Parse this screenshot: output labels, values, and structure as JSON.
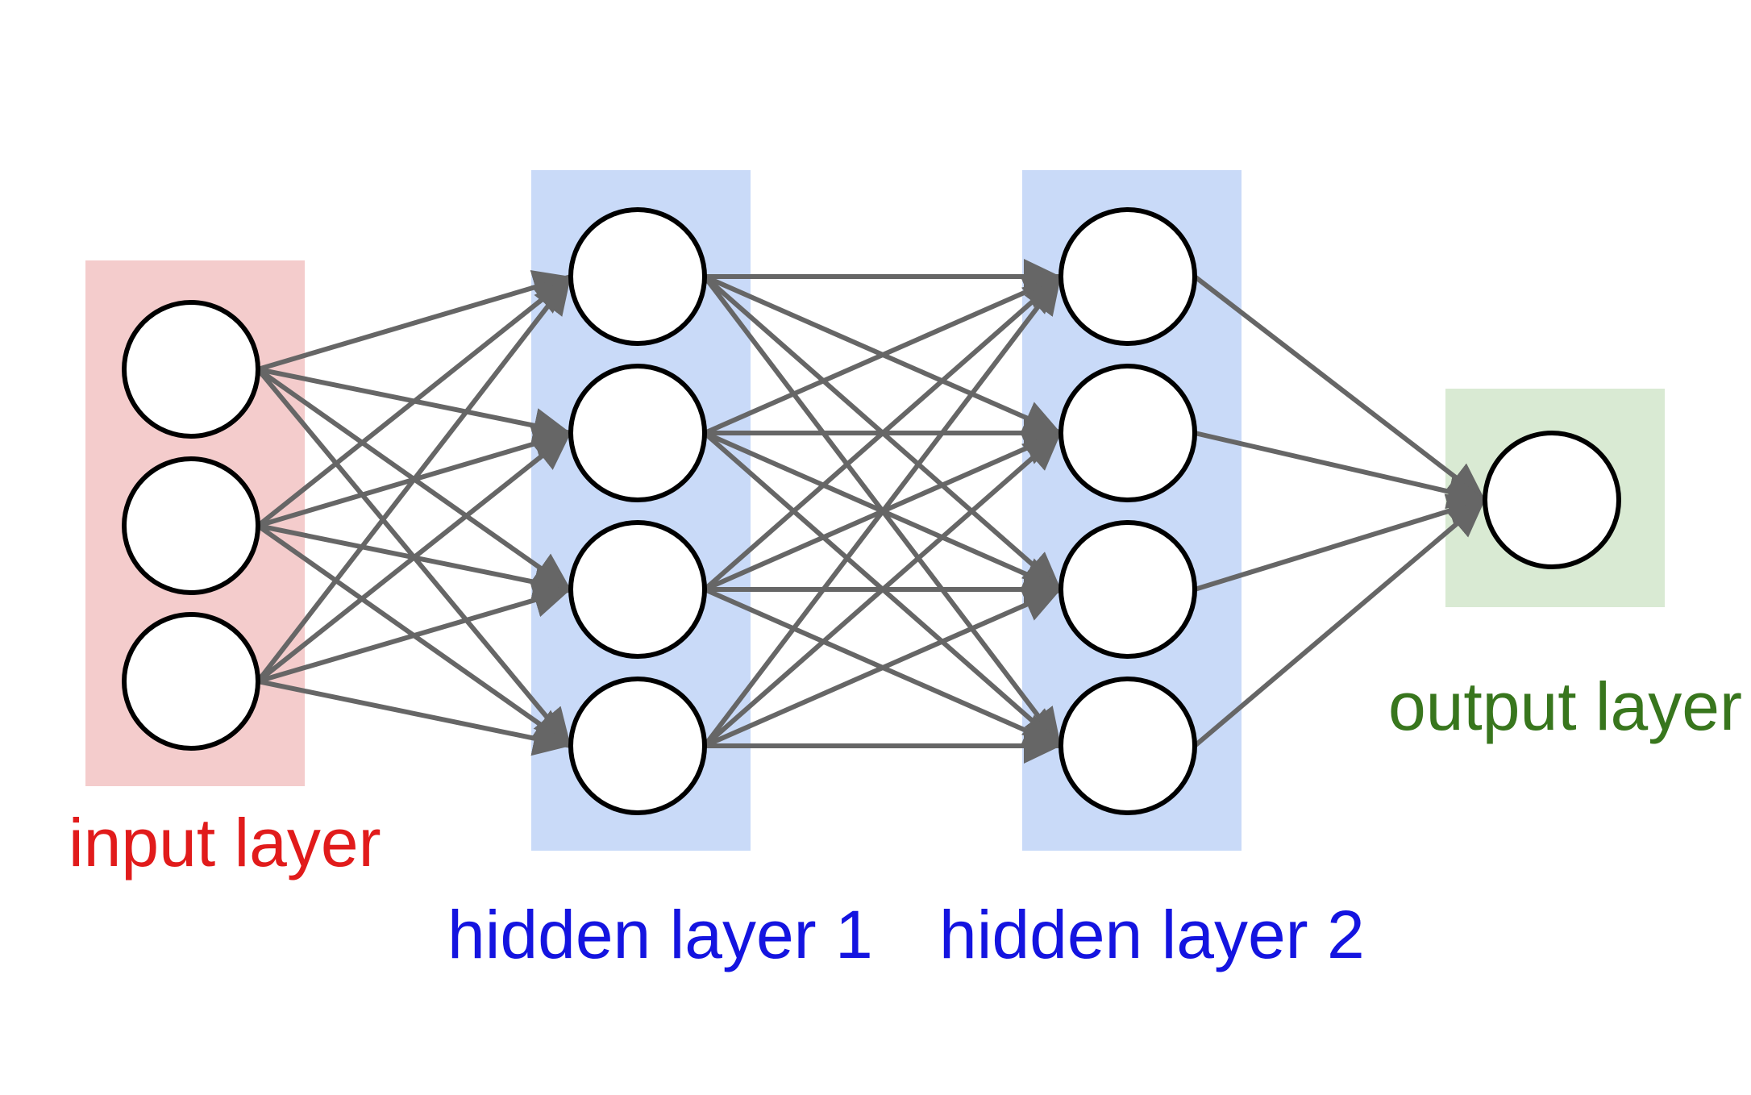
{
  "diagram": {
    "title": "",
    "type": "feedforward neural network",
    "layers": [
      {
        "id": "input",
        "label": "input layer",
        "nodes": 3,
        "label_color": "#e11b1b",
        "band_color": "#f4cccc"
      },
      {
        "id": "hidden1",
        "label": "hidden layer 1",
        "nodes": 4,
        "label_color": "#1414e0",
        "band_color": "#c9daf8"
      },
      {
        "id": "hidden2",
        "label": "hidden layer 2",
        "nodes": 4,
        "label_color": "#1414e0",
        "band_color": "#c9daf8"
      },
      {
        "id": "output",
        "label": "output layer",
        "nodes": 1,
        "label_color": "#38761d",
        "band_color": "#d9ead3"
      }
    ],
    "connectivity": "fully-connected between consecutive layers",
    "edge_color": "#666666",
    "node_fill": "#ffffff",
    "node_stroke": "#000000"
  }
}
